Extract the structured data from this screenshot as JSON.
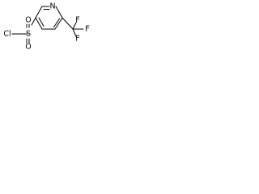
{
  "molecule": {
    "atoms": {
      "ring_n": "N",
      "s": "S",
      "cl": "Cl",
      "o_top": "O",
      "o_bottom": "O",
      "f_top": "F",
      "f_right": "F",
      "f_bottom": "F"
    }
  },
  "colors": {
    "ink": "#000000",
    "background": "#ffffff"
  }
}
